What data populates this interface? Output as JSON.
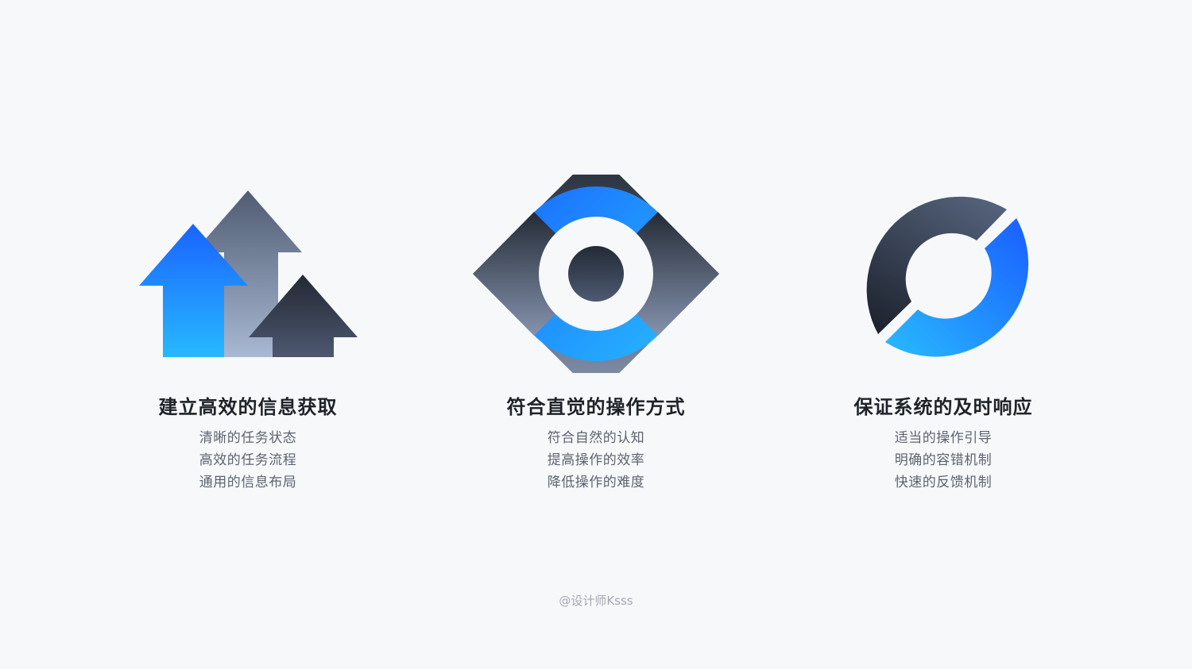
{
  "columns": [
    {
      "icon": "rising-arrows-icon",
      "title": "建立高效的信息获取",
      "features": [
        "清晰的任务状态",
        "高效的任务流程",
        "通用的信息布局"
      ]
    },
    {
      "icon": "eye-icon",
      "title": "符合直觉的操作方式",
      "features": [
        "符合自然的认知",
        "提高操作的效率",
        "降低操作的难度"
      ]
    },
    {
      "icon": "split-ring-icon",
      "title": "保证系统的及时响应",
      "features": [
        "适当的操作引导",
        "明确的容错机制",
        "快速的反馈机制"
      ]
    }
  ],
  "footer": {
    "credit": "@设计师Ksss"
  },
  "colors": {
    "background": "#f6f8fa",
    "blue_start": "#1a6dff",
    "blue_end": "#26b7ff",
    "dark_start": "#2b3240",
    "dark_end": "#53617a",
    "title_text": "#1f2329",
    "body_text": "#5d6470"
  }
}
